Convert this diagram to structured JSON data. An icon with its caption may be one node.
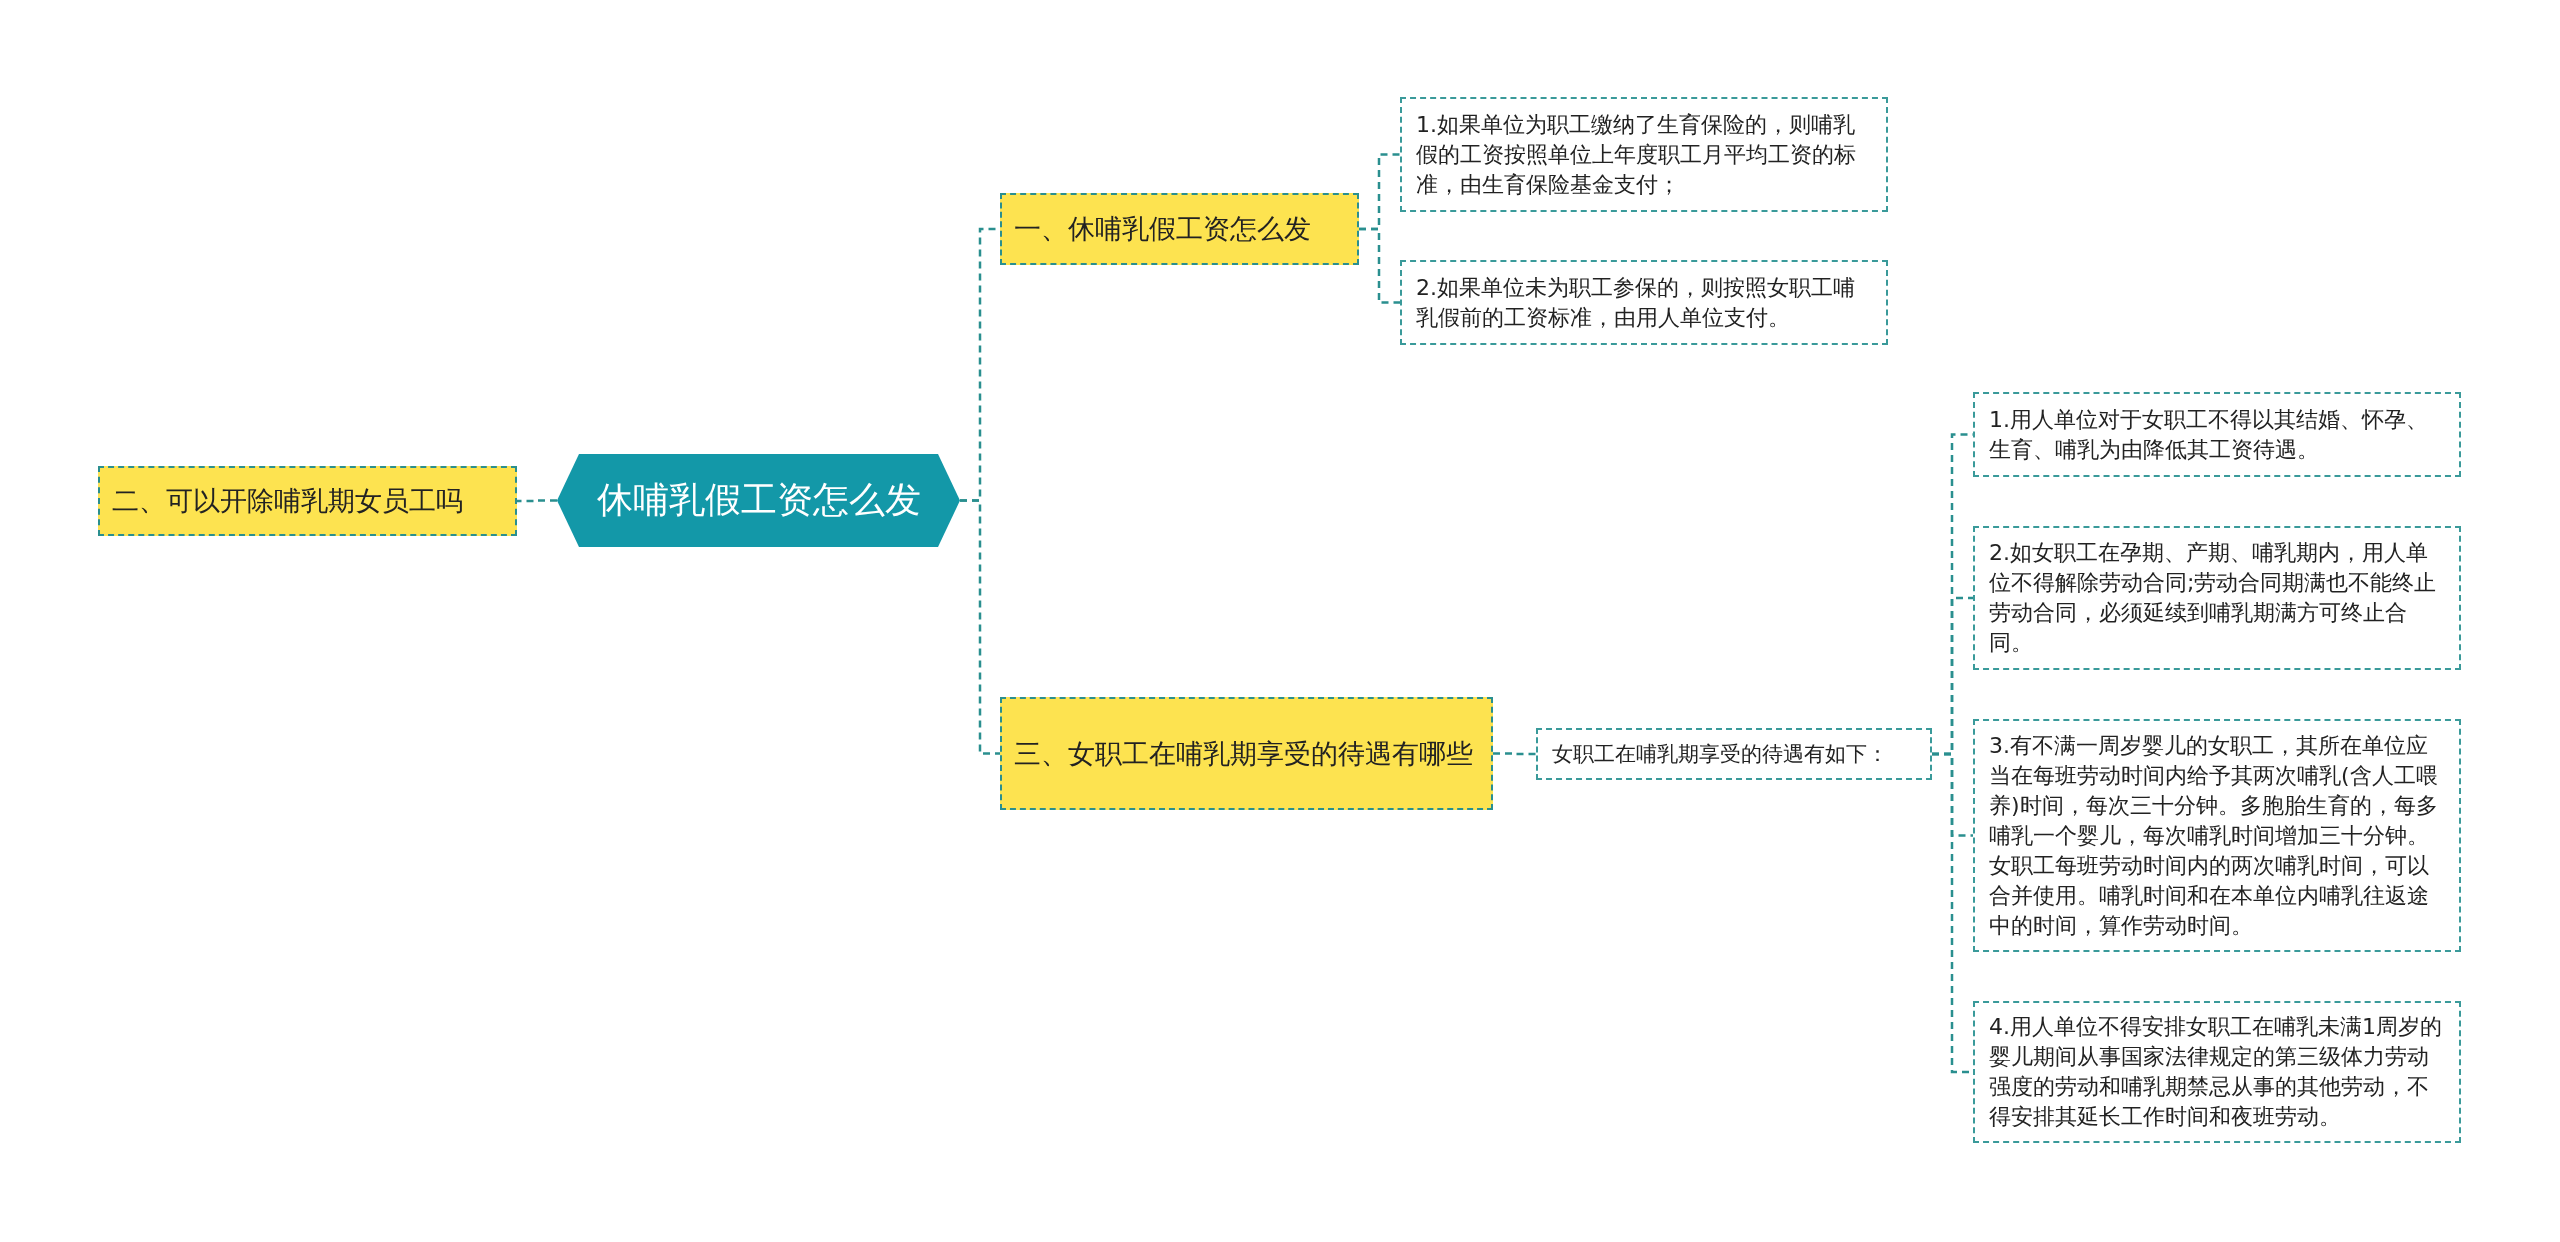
{
  "diagram": {
    "nodes": [
      {
        "text": [
          "休哺乳假工资怎么发"
        ]
      },
      {
        "text": [
          "二、可以开除哺乳期女员工吗"
        ]
      },
      {
        "text": [
          "一、休哺乳假工资怎么发"
        ]
      },
      {
        "text": [
          "1.如果单位为职工缴纳了生育保险的，则哺乳假的工资按照单位上年度职工月平均工资的标准，由生育保险基金支付；"
        ]
      },
      {
        "text": [
          "2.如果单位未为职工参保的，则按照女职工哺乳假前的工资标准，由用人单位支付。"
        ]
      },
      {
        "text": [
          "三、女职工在哺乳期享受的待遇有哪些"
        ]
      },
      {
        "text": [
          "女职工在哺乳期享受的待遇有如下："
        ]
      },
      {
        "text": [
          "1.用人单位对于女职工不得以其结婚、怀孕、生育、哺乳为由降低其工资待遇。"
        ]
      },
      {
        "text": [
          "2.如女职工在孕期、产期、哺乳期内，用人单位不得解除劳动合同;劳动合同期满也不能终止劳动合同，必须延续到哺乳期满方可终止合同。"
        ]
      },
      {
        "text": [
          "3.有不满一周岁婴儿的女职工，其所在单位应当在每班劳动时间内给予其两次哺乳(含人工喂养)时间，每次三十分钟。多胞胎生育的，每多哺乳一个婴儿，每次哺乳时间增加三十分钟。女职工每班劳动时间内的两次哺乳时间，可以合并使用。哺乳时间和在本单位内哺乳往返途中的时间，算作劳动时间。"
        ]
      },
      {
        "text": [
          "4.用人单位不得安排女职工在哺乳未满1周岁的婴儿期间从事国家法律规定的第三级体力劳动强度的劳动和哺乳期禁忌从事的其他劳动，不得安排其延长工作时间和夜班劳动。"
        ]
      }
    ],
    "edges": [
      {
        "from": 0,
        "to": 1,
        "arrow": "none"
      },
      {
        "from": 0,
        "to": 2,
        "arrow": "none"
      },
      {
        "from": 0,
        "to": 5,
        "arrow": "none"
      },
      {
        "from": 2,
        "to": 3,
        "arrow": "none"
      },
      {
        "from": 2,
        "to": 4,
        "arrow": "none"
      },
      {
        "from": 5,
        "to": 6,
        "arrow": "none"
      },
      {
        "from": 6,
        "to": 7,
        "arrow": "none"
      },
      {
        "from": 6,
        "to": 8,
        "arrow": "none"
      },
      {
        "from": 6,
        "to": 9,
        "arrow": "none"
      },
      {
        "from": 6,
        "to": 10,
        "arrow": "none"
      }
    ]
  }
}
